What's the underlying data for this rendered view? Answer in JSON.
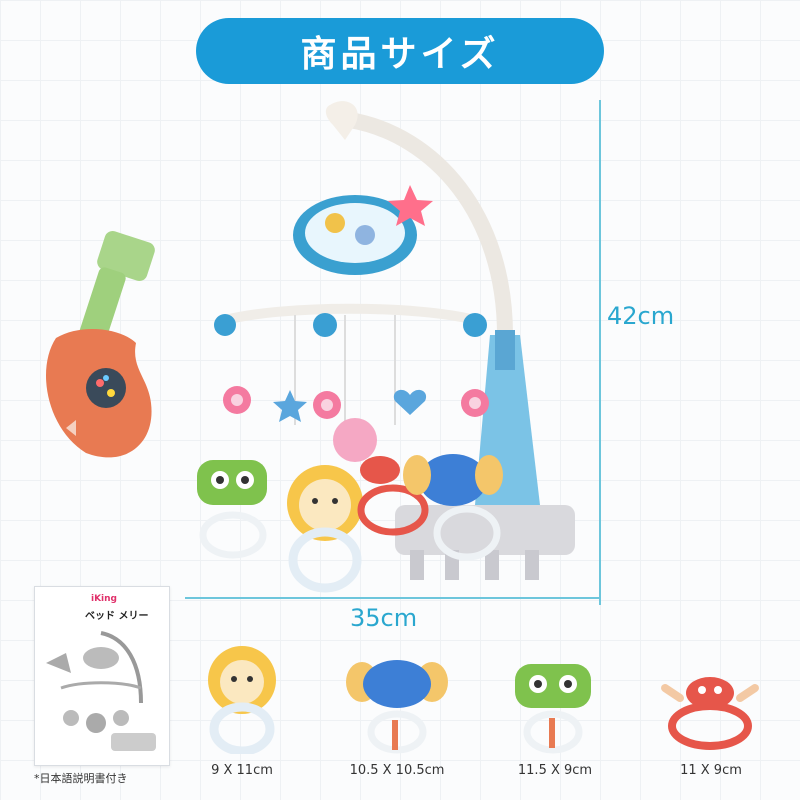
{
  "title": "商品サイズ",
  "dimensions": {
    "height": "42cm",
    "width": "35cm"
  },
  "manual": {
    "brand": "iKing",
    "title": "ベッド メリー",
    "note": "*日本語説明書付き"
  },
  "rattles": [
    {
      "name": "lion-rattle",
      "size": "9 X 11cm"
    },
    {
      "name": "elephant-rattle",
      "size": "10.5 X 10.5cm"
    },
    {
      "name": "owl-rattle",
      "size": "11.5 X 9cm"
    },
    {
      "name": "crab-rattle",
      "size": "11 X 9cm"
    }
  ],
  "colors": {
    "accent": "#1a9bd8",
    "dimension": "#2aa7cf"
  }
}
